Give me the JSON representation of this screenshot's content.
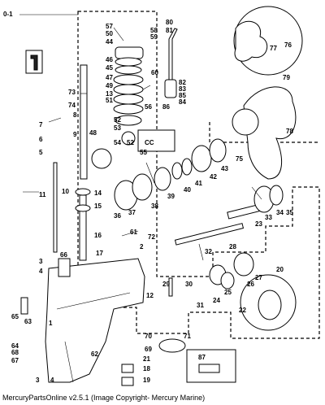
{
  "footer": "MercuryPartsOnline v2.5.1 (Image Copyright- Mercury Marine)",
  "callouts": [
    "0-1",
    "57",
    "58",
    "59",
    "50",
    "44",
    "46",
    "45",
    "47",
    "49",
    "13",
    "48",
    "73",
    "74",
    "8",
    "7",
    "9",
    "6",
    "5",
    "11",
    "10",
    "14",
    "15",
    "16",
    "17",
    "3",
    "4",
    "66",
    "2",
    "65",
    "63",
    "1",
    "64",
    "68",
    "67",
    "62",
    "3",
    "4",
    "18",
    "19",
    "21",
    "70",
    "69",
    "12",
    "71",
    "87",
    "80",
    "81",
    "60",
    "82",
    "83",
    "85",
    "84",
    "86",
    "56",
    "55",
    "52",
    "53",
    "54",
    "51",
    "42",
    "43",
    "75",
    "76",
    "77",
    "78",
    "79",
    "41",
    "40",
    "39",
    "38",
    "37",
    "36",
    "34",
    "35",
    "33",
    "23",
    "32",
    "28",
    "27",
    "26",
    "25",
    "24",
    "22",
    "20",
    "29",
    "30",
    "31",
    "61",
    "72",
    "52"
  ]
}
